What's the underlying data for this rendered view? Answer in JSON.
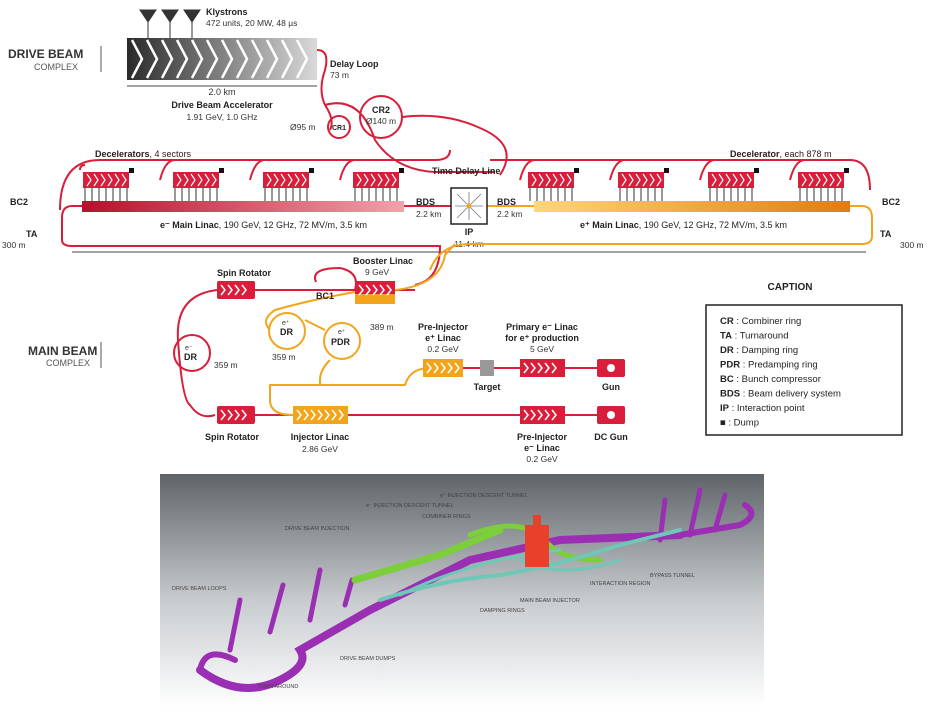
{
  "drive_beam": {
    "complex_title": "DRIVE BEAM",
    "complex_sub": "COMPLEX",
    "klystrons_title": "Klystrons",
    "klystrons_detail": "472 units, 20 MW, 48 µs",
    "length": "2.0 km",
    "accel_title": "Drive Beam Accelerator",
    "accel_detail": "1.91 GeV, 1.0 GHz",
    "delay_loop_title": "Delay Loop",
    "delay_loop_detail": "73 m",
    "cr1_label": "CR1",
    "cr1_diam": "Ø95 m",
    "cr2_title": "CR2",
    "cr2_diam": "Ø140 m",
    "time_delay_line": "Time Delay Line"
  },
  "main_linac": {
    "decel_left_title": "Decelerators",
    "decel_left_detail": ", 4 sectors",
    "decel_right_title": "Decelerator",
    "decel_right_detail": ", each 878 m",
    "bc2_left": "BC2",
    "bc2_right": "BC2",
    "ta_left": "TA",
    "ta_right": "TA",
    "dist_left": "300 m",
    "dist_right": "300 m",
    "eminus_sym": "e⁻",
    "eminus_title": " Main Linac",
    "eminus_detail": ", 190 GeV, 12 GHz, 72 MV/m, 3.5 km",
    "eplus_sym": "e⁺",
    "eplus_title": " Main Linac",
    "eplus_detail": ", 190 GeV, 12 GHz, 72 MV/m, 3.5 km",
    "bds_left": "BDS",
    "bds_left_len": "2.2 km",
    "bds_right": "BDS",
    "bds_right_len": "2.2  km",
    "ip": "IP",
    "total_len": "11.4 km"
  },
  "main_beam": {
    "complex_title": "MAIN BEAM",
    "complex_sub": "COMPLEX",
    "spin_rotator_top": "Spin Rotator",
    "spin_rotator_bottom": "Spin Rotator",
    "booster_title": "Booster Linac",
    "booster_detail": "9 GeV",
    "bc1": "BC1",
    "dr_minus_sup": "e⁻",
    "dr_minus": "DR",
    "dr_minus_len": "359 m",
    "dr_plus_sup": "e⁺",
    "dr_plus": "DR",
    "dr_plus_len": "359 m",
    "pdr_sup": "e⁺",
    "pdr": "PDR",
    "pdr_len": "389 m",
    "preinj_plus_1": "Pre-Injector",
    "preinj_plus_2": "e⁺ Linac",
    "preinj_plus_3": "0.2 GeV",
    "primary_1": "Primary e⁻ Linac",
    "primary_2": "for e⁺ production",
    "primary_3": "5 GeV",
    "target": "Target",
    "gun": "Gun",
    "injector_title": "Injector Linac",
    "injector_detail": "2.86 GeV",
    "preinj_minus_1": "Pre-Injector",
    "preinj_minus_2": "e⁻ Linac",
    "preinj_minus_3": "0.2 GeV",
    "dc_gun": "DC Gun"
  },
  "caption": {
    "title": "CAPTION",
    "items": [
      {
        "key": "CR",
        "text": " : Combiner ring"
      },
      {
        "key": "TA",
        "text": " : Turnaround"
      },
      {
        "key": "DR",
        "text": " : Damping ring"
      },
      {
        "key": "PDR",
        "text": " : Predamping ring"
      },
      {
        "key": "BC",
        "text": " : Bunch compressor"
      },
      {
        "key": "BDS",
        "text": " : Beam delivery system"
      },
      {
        "key": "IP",
        "text": " : Interaction point"
      },
      {
        "key": "■",
        "text": " : Dump"
      }
    ]
  },
  "tunnel_3d": {
    "labels": [
      "e⁺ INJECTION DESCENT TUNNEL",
      "e⁻ INJECTION DESCENT TUNNEL",
      "COMBINER RINGS",
      "DRIVE BEAM INJECTION",
      "BYPASS TUNNEL",
      "INTERACTION REGION",
      "MAIN BEAM INJECTOR",
      "DAMPING RINGS",
      "DRIVE BEAM LOOPS",
      "DRIVE BEAM DUMPS",
      "TURN AROUND"
    ]
  },
  "colors": {
    "red": "#d81e3a",
    "orange": "#f2a51c",
    "dark": "#3a3a3a",
    "purple": "#9b2fb3",
    "green": "#7ccf3a",
    "teal": "#6fc7b7"
  }
}
